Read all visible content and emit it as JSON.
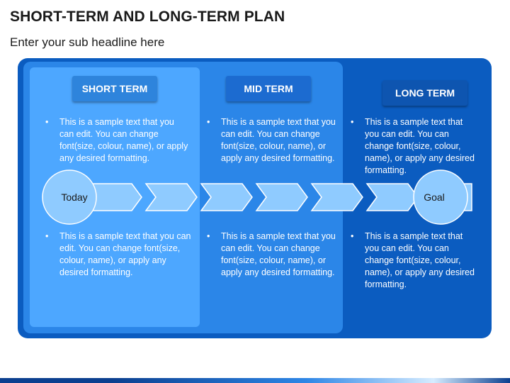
{
  "title": "SHORT-TERM AND LONG-TERM PLAN",
  "subtitle": "Enter your sub headline here",
  "columns": [
    {
      "label": "SHORT TERM",
      "top_text": "This is a sample text that you can edit. You can change font(size, colour, name), or apply any desired formatting.",
      "bottom_text": "This is a sample text that you can edit. You can change font(size, colour, name), or apply any desired formatting."
    },
    {
      "label": "MID TERM",
      "top_text": "This is a sample text that you can edit. You can change font(size, colour, name), or apply any desired formatting.",
      "bottom_text": "This is a sample text that you can edit. You can change font(size, colour, name), or apply any desired formatting."
    },
    {
      "label": "LONG TERM",
      "top_text": "This is a sample text that you can edit. You can change font(size, colour, name), or apply any desired formatting.",
      "bottom_text": "This is a sample text that you can edit. You can change font(size, colour, name), or apply any desired formatting."
    }
  ],
  "timeline": {
    "start_label": "Today",
    "end_label": "Goal",
    "chevron_count": 6
  },
  "colors": {
    "outer_panel": "#0b5cc0",
    "mid_panel": "#2b86e8",
    "short_panel": "#4da7ff",
    "timeline_fill": "#8fcbff",
    "timeline_stroke": "#ffffff"
  }
}
